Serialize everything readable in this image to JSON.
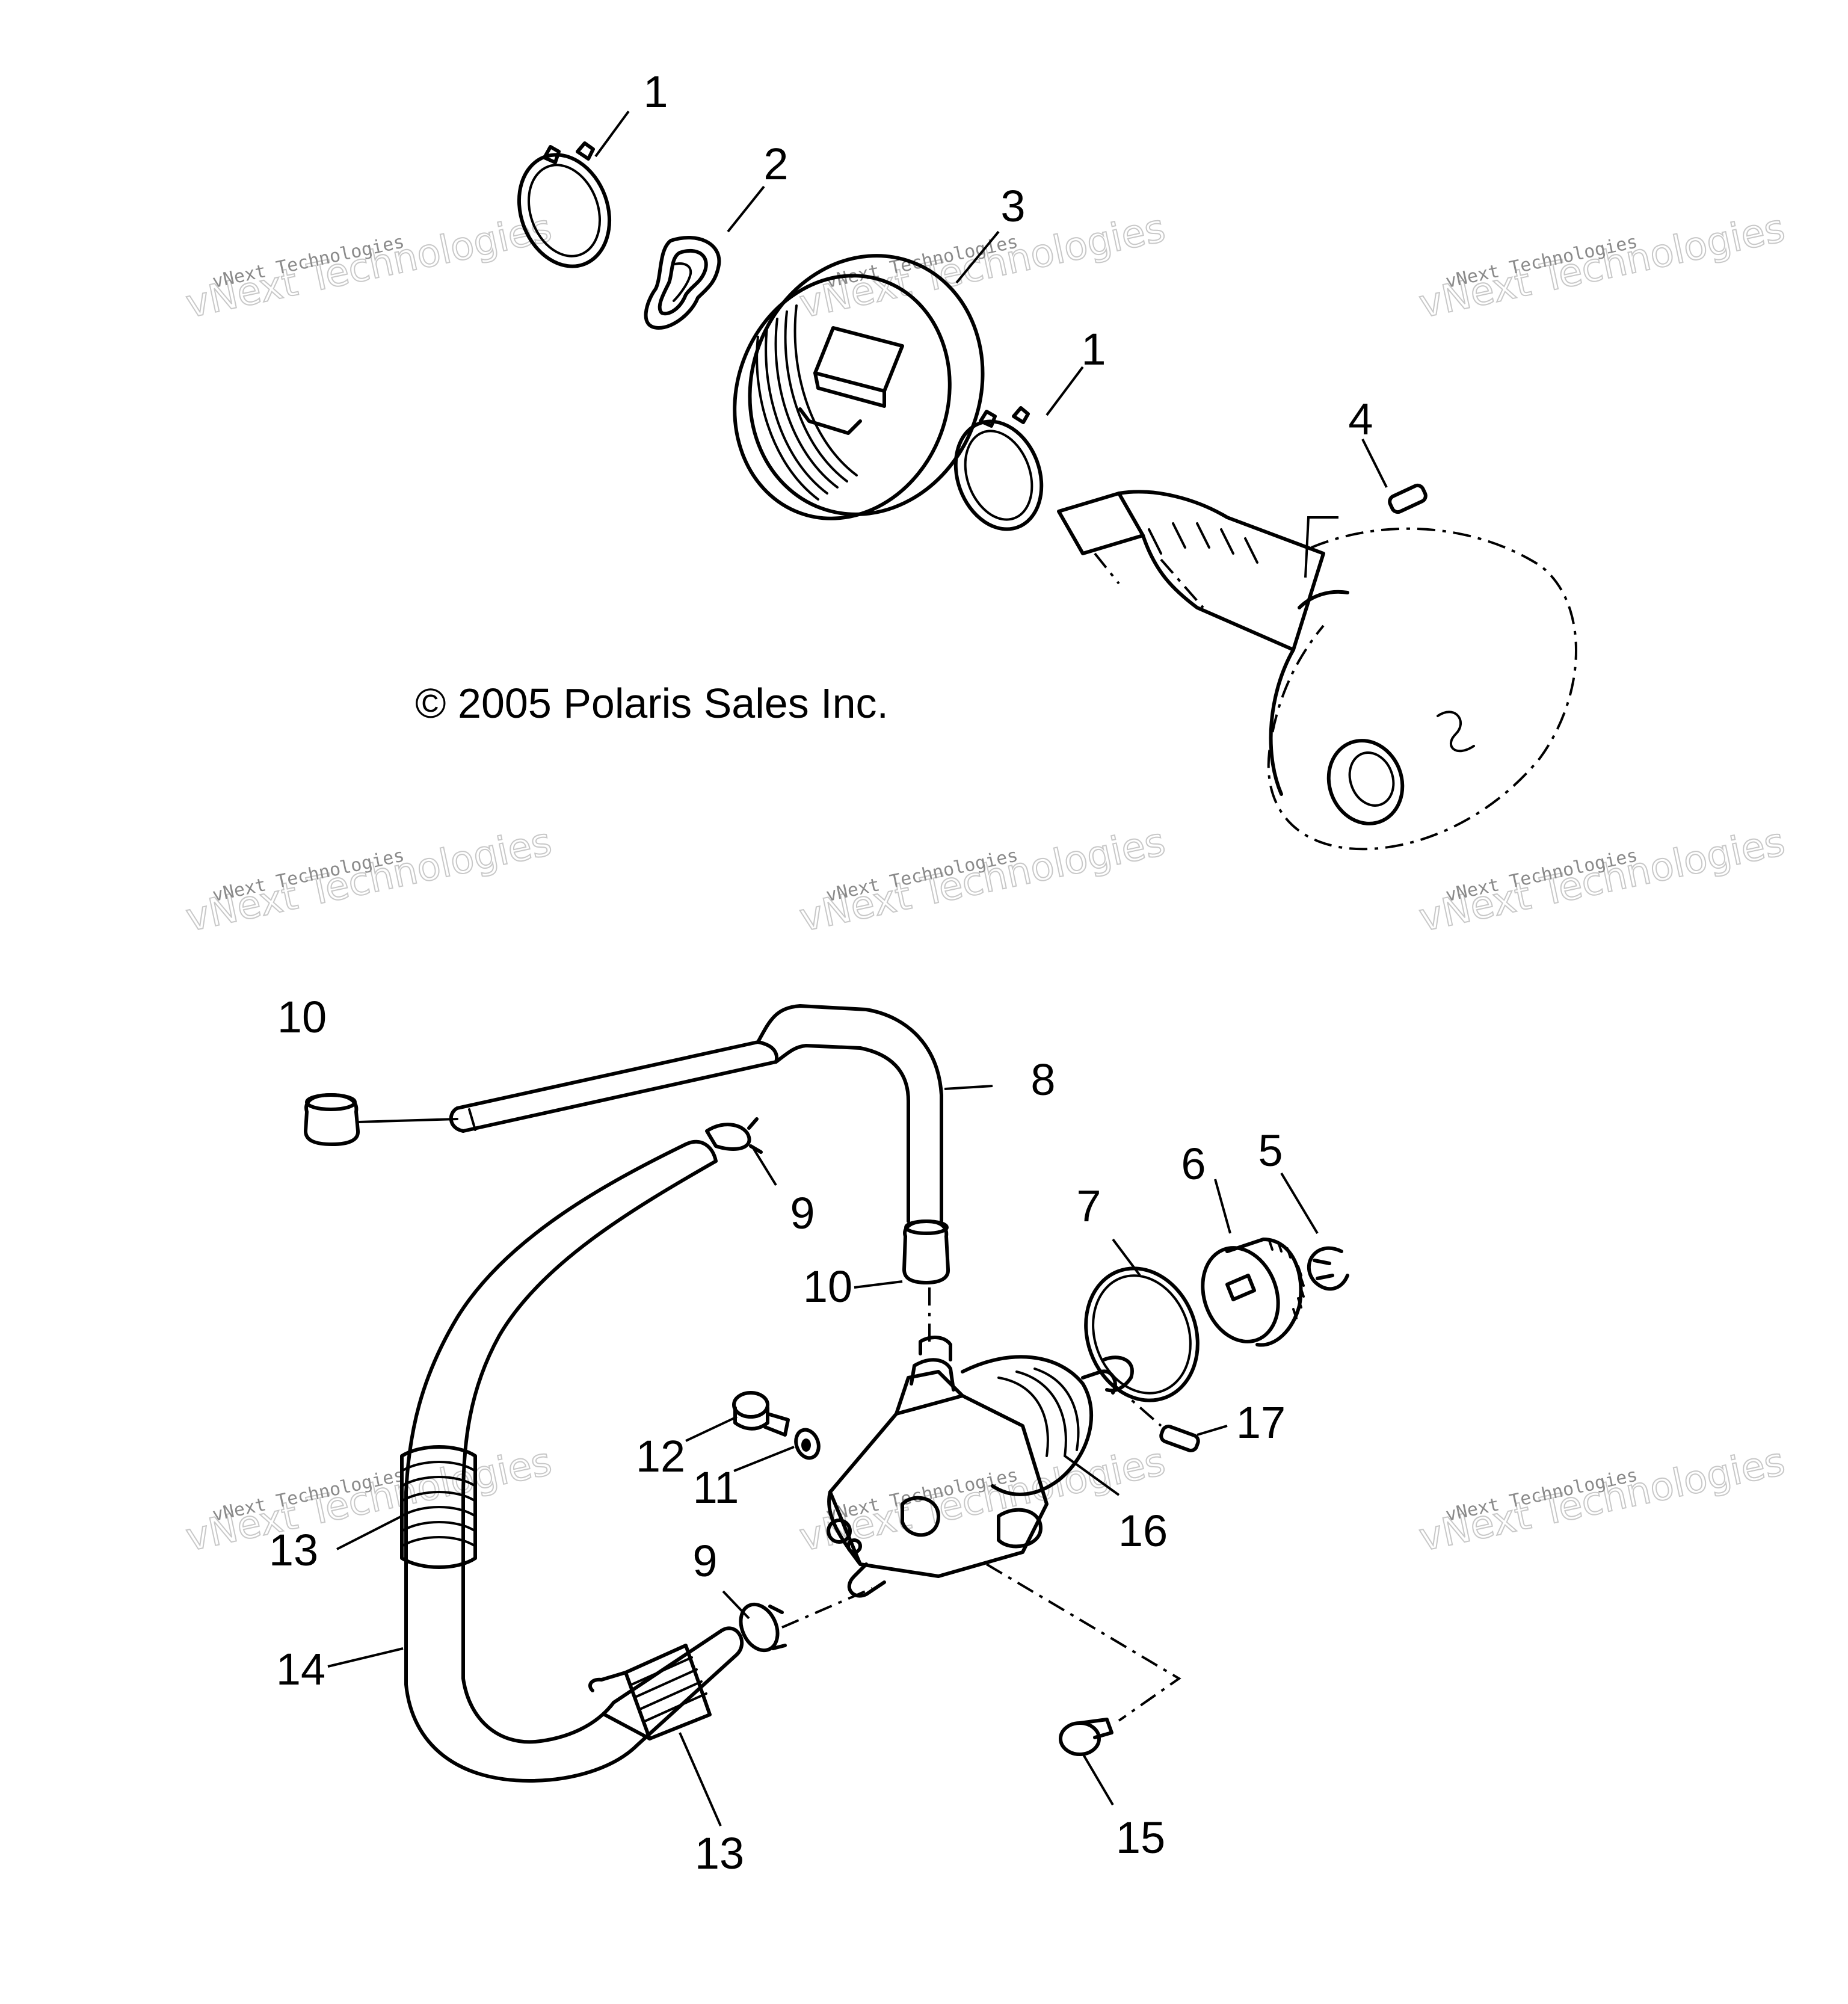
{
  "copyright": "© 2005 Polaris Sales Inc.",
  "watermark": {
    "line1": "vNext Technologies",
    "line2": "vNext Technologies"
  },
  "callouts": [
    {
      "id": "c1a",
      "text": "1"
    },
    {
      "id": "c2",
      "text": "2"
    },
    {
      "id": "c3",
      "text": "3"
    },
    {
      "id": "c1b",
      "text": "1"
    },
    {
      "id": "c4",
      "text": "4"
    },
    {
      "id": "c10a",
      "text": "10"
    },
    {
      "id": "c8",
      "text": "8"
    },
    {
      "id": "c9a",
      "text": "9"
    },
    {
      "id": "c10b",
      "text": "10"
    },
    {
      "id": "c7",
      "text": "7"
    },
    {
      "id": "c6",
      "text": "6"
    },
    {
      "id": "c5",
      "text": "5"
    },
    {
      "id": "c17",
      "text": "17"
    },
    {
      "id": "c12",
      "text": "12"
    },
    {
      "id": "c11",
      "text": "11"
    },
    {
      "id": "c16",
      "text": "16"
    },
    {
      "id": "c13a",
      "text": "13"
    },
    {
      "id": "c9b",
      "text": "9"
    },
    {
      "id": "c14",
      "text": "14"
    },
    {
      "id": "c13b",
      "text": "13"
    },
    {
      "id": "c15",
      "text": "15"
    }
  ]
}
